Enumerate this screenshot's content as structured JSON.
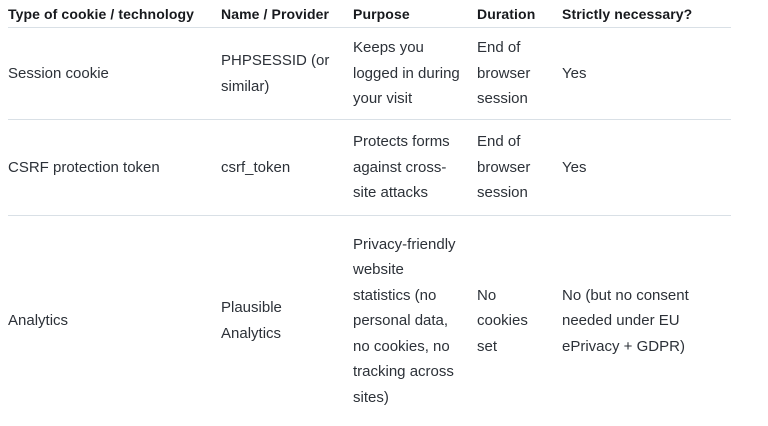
{
  "colors": {
    "bg": "#ffffff",
    "border": "#d9e0e6",
    "header-text": "#17191d",
    "body-text": "#2c3138"
  },
  "table": {
    "columns": [
      {
        "label": "Type of cookie / technology"
      },
      {
        "label": "Name / Provider"
      },
      {
        "label": "Purpose"
      },
      {
        "label": "Duration"
      },
      {
        "label": "Strictly necessary?"
      }
    ],
    "rows": [
      {
        "type": "Session cookie",
        "name": "PHPSESSID (or similar)",
        "purpose": "Keeps you logged in during your visit",
        "duration": "End of browser session",
        "necessary": "Yes"
      },
      {
        "type": "CSRF protection token",
        "name": "csrf_token",
        "purpose": "Protects forms against cross-site attacks",
        "duration": "End of browser session",
        "necessary": "Yes"
      },
      {
        "type": "Analytics",
        "name": "Plausible Analytics",
        "purpose": "Privacy-friendly website statistics (no personal data, no cookies, no tracking across sites)",
        "duration": "No cookies set",
        "necessary": "No (but no consent needed under EU ePrivacy + GDPR)"
      }
    ]
  }
}
